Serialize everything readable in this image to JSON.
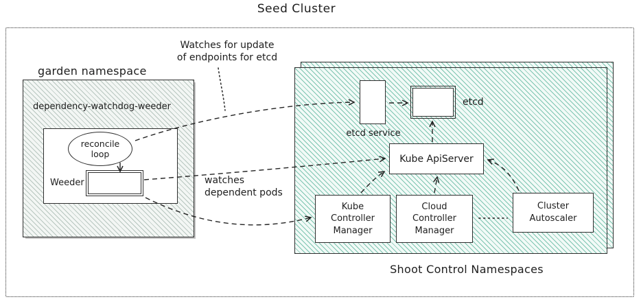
{
  "title": "Seed Cluster",
  "garden": {
    "label": "garden namespace",
    "watchdog": "dependency-watchdog-weeder",
    "reconcile": "reconcile\nloop",
    "weeder": "Weeder"
  },
  "shoot": {
    "label": "Shoot Control Namespaces",
    "etcd_service": "etcd service",
    "etcd": "etcd",
    "apiserver": "Kube ApiServer",
    "kcm": "Kube\nController\nManager",
    "ccm": "Cloud\nController\nManager",
    "autoscaler": "Cluster\nAutoscaler"
  },
  "annotations": {
    "endpoints": "Watches for update\nof endpoints for etcd",
    "pods": "watches\ndependent pods"
  },
  "colors": {
    "border": "#2e2e2e",
    "garden_hatch": "#b7c6bf",
    "shoot_hatch": "#7cc4b0",
    "arrow": "#222222"
  }
}
